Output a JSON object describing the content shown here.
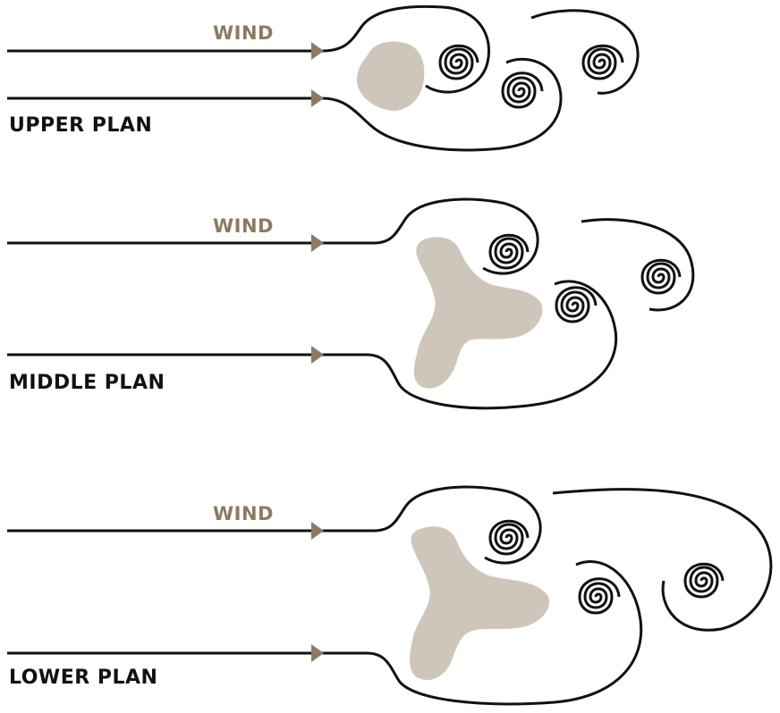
{
  "colors": {
    "line": "#111111",
    "wind_label": "#8c7a63",
    "arrow": "#8c7a63",
    "building": "#cfc6bb",
    "background": "#ffffff"
  },
  "panels": [
    {
      "id": "upper",
      "wind_label": "WIND",
      "plan_label": "UPPER PLAN"
    },
    {
      "id": "middle",
      "wind_label": "WIND",
      "plan_label": "MIDDLE PLAN"
    },
    {
      "id": "lower",
      "wind_label": "WIND",
      "plan_label": "LOWER PLAN"
    }
  ]
}
